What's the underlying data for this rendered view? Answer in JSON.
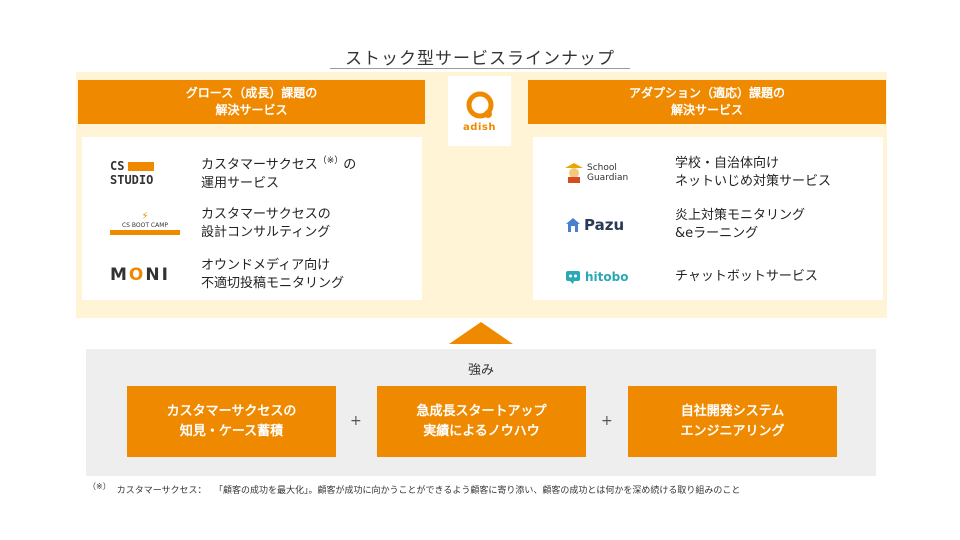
{
  "title": "ストック型サービスラインナップ",
  "growth": {
    "header_line1": "グロース（成長）課題の",
    "header_line2": "解決サービス",
    "items": [
      {
        "logo_text_1": "CS",
        "logo_text_2": "STUDIO",
        "desc_line1": "カスタマーサクセス",
        "desc_mark": "（※）",
        "desc_line1b": "の",
        "desc_line2": "運用サービス"
      },
      {
        "logo_text": "CS BOOT CAMP",
        "desc_line1": "カスタマーサクセスの",
        "desc_line2": "設計コンサルティング"
      },
      {
        "logo_text_a": "M",
        "logo_text_o": "O",
        "logo_text_b": "NI",
        "desc_line1": "オウンドメディア向け",
        "desc_line2": "不適切投稿モニタリング"
      }
    ]
  },
  "center_logo": {
    "text": "adish"
  },
  "adaptation": {
    "header_line1": "アダプション（適応）課題の",
    "header_line2": "解決サービス",
    "items": [
      {
        "logo_text_1": "School",
        "logo_text_2": "Guardian",
        "desc_line1": "学校・自治体向け",
        "desc_line2": "ネットいじめ対策サービス"
      },
      {
        "logo_text": "Pazu",
        "desc_line1": "炎上対策モニタリング",
        "desc_line2": "&eラーニング"
      },
      {
        "logo_text": "hitobo",
        "desc_line1": "チャットボットサービス"
      }
    ]
  },
  "strengths": {
    "label": "強み",
    "items": [
      {
        "line1": "カスタマーサクセスの",
        "line2": "知見・ケース蓄積"
      },
      {
        "line1": "急成長スタートアップ",
        "line2": "実績によるノウハウ"
      },
      {
        "line1": "自社開発システム",
        "line2": "エンジニアリング"
      }
    ],
    "plus": "+"
  },
  "footnote": {
    "mark": "（※）",
    "term": "カスタマーサクセス：",
    "text": "「顧客の成功を最大化」。顧客が成功に向かうことができるよう顧客に寄り添い、顧客の成功とは何かを深め続ける取り組みのこと"
  },
  "colors": {
    "accent": "#ef8a00",
    "cream": "#fff4d6",
    "gray_panel": "#eeeeee"
  }
}
